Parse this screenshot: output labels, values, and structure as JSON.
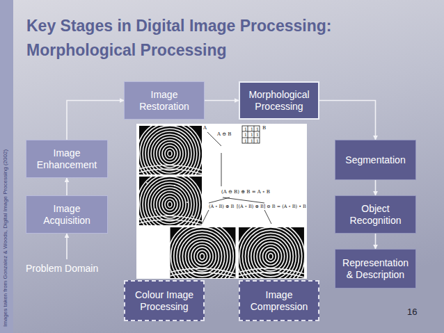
{
  "diagram": {
    "title": "Key Stages in Digital Image Processing: Morphological Processing",
    "nodes": [
      {
        "text": [
          "Image Restoration"
        ]
      },
      {
        "text": [
          "Morphological Processing"
        ]
      },
      {
        "text": [
          "Image Enhancement"
        ]
      },
      {
        "text": [
          "Segmentation"
        ]
      },
      {
        "text": [
          "Image Acquisition"
        ]
      },
      {
        "text": [
          "Object Recognition"
        ]
      },
      {
        "text": [
          "Problem Domain"
        ]
      },
      {
        "text": [
          "Representation & Description"
        ]
      },
      {
        "text": [
          "Colour Image Processing"
        ]
      },
      {
        "text": [
          "Image Compression"
        ]
      }
    ],
    "edges": [
      {
        "from": 6,
        "to": 4,
        "arrow": "to"
      },
      {
        "from": 4,
        "to": 2,
        "arrow": "to"
      },
      {
        "from": 2,
        "to": 0,
        "arrow": "to"
      },
      {
        "from": 0,
        "to": 1,
        "arrow": "to"
      },
      {
        "from": 1,
        "to": 3,
        "arrow": "to"
      },
      {
        "from": 3,
        "to": 5,
        "arrow": "to"
      },
      {
        "from": 5,
        "to": 7,
        "arrow": "to"
      }
    ],
    "labels": [
      "Images taken from Gonzalez & Woods, Digital Image Processing (2002)",
      "A",
      "A ⊖ B",
      "B",
      "1",
      "1",
      "1",
      "1",
      "1",
      "1",
      "1",
      "1",
      "1",
      "(A ⊖ B) ⊕ B = A ∘ B",
      "(A ∘ B) ⊕ B",
      "[(A ∘ B) ⊕ B] ⊖ B = (A ∘ B) • B",
      "16"
    ]
  }
}
